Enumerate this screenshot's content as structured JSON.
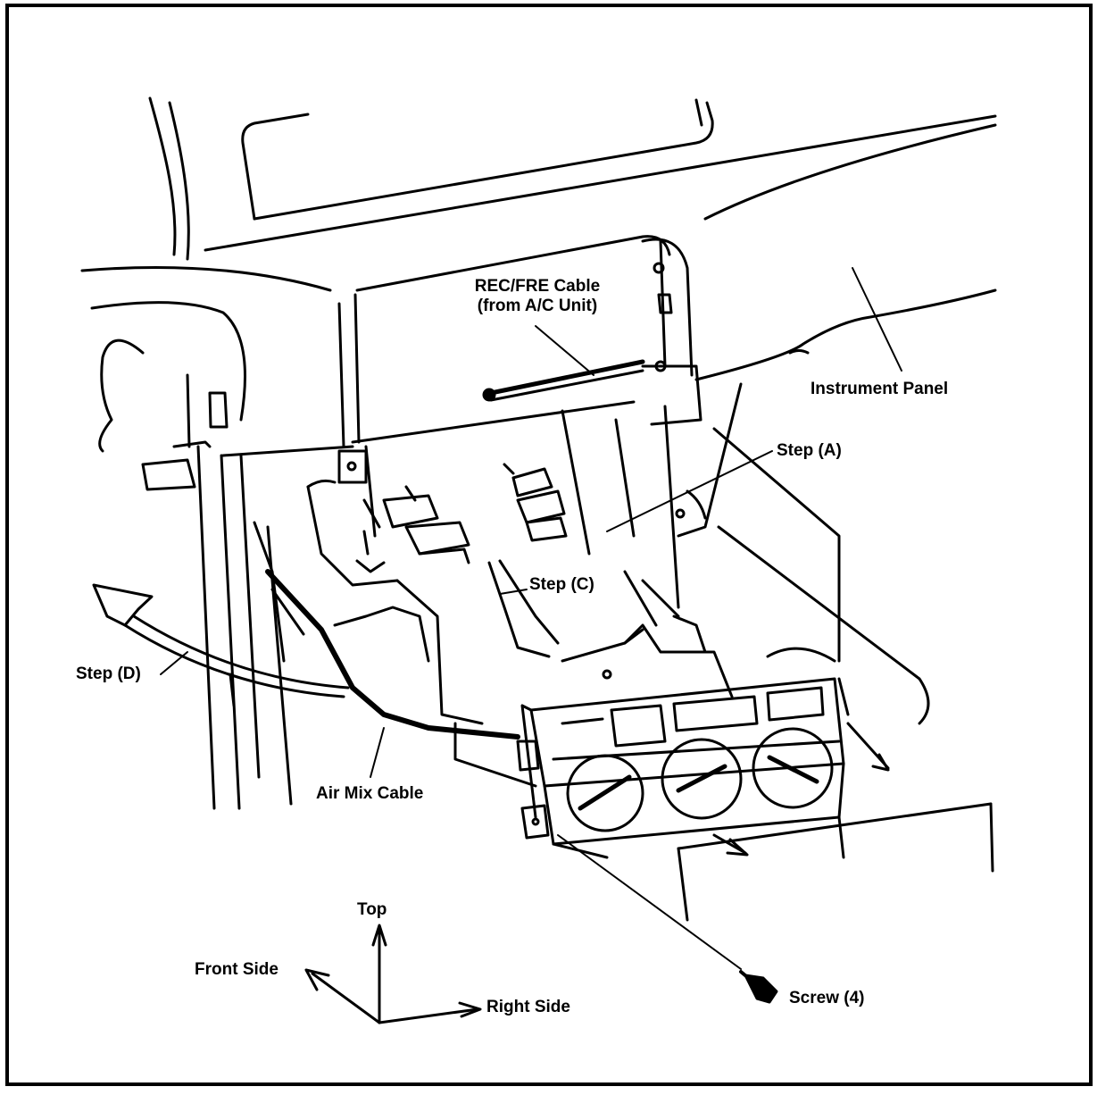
{
  "labels": {
    "rec_fre_cable_line1": "REC/FRE Cable",
    "rec_fre_cable_line2": "(from A/C Unit)",
    "instrument_panel": "Instrument Panel",
    "step_a": "Step (A)",
    "step_c": "Step (C)",
    "step_d": "Step (D)",
    "air_mix_cable": "Air Mix Cable",
    "screw": "Screw (4)",
    "top": "Top",
    "front_side": "Front Side",
    "right_side": "Right Side"
  },
  "colors": {
    "ink": "#000000",
    "paper": "#ffffff"
  }
}
